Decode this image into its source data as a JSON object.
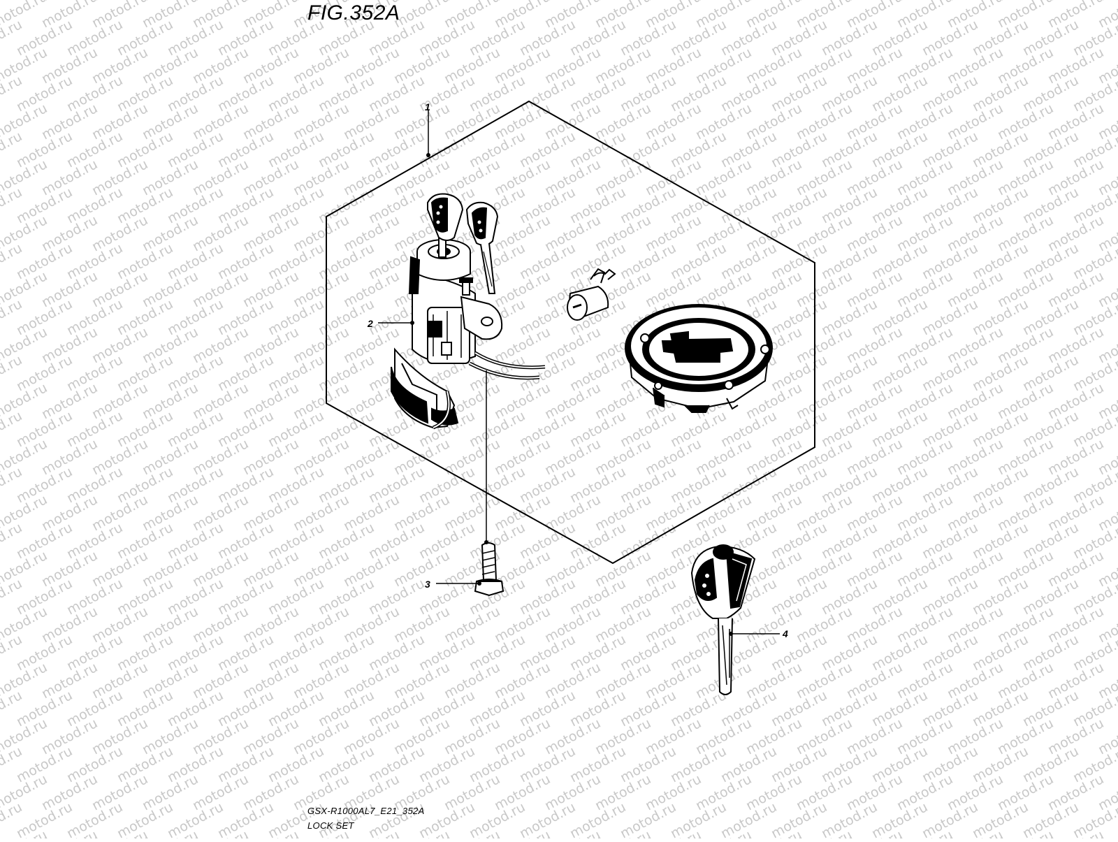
{
  "figure": {
    "title": "FIG.352A",
    "model_code": "GSX-R1000AL7_E21_352A",
    "assembly_name": "LOCK SET"
  },
  "watermark": {
    "text": "motod.ru",
    "color": "#c8c8c8"
  },
  "parts": [
    {
      "ref": "1",
      "description": "lock set assembly (kit outline)"
    },
    {
      "ref": "2",
      "description": "ignition switch with keys"
    },
    {
      "ref": "3",
      "description": "bolt"
    },
    {
      "ref": "4",
      "description": "key blank"
    }
  ],
  "unlabeled_items": [
    {
      "name": "seat lock cylinder"
    },
    {
      "name": "fuel tank cap"
    }
  ]
}
